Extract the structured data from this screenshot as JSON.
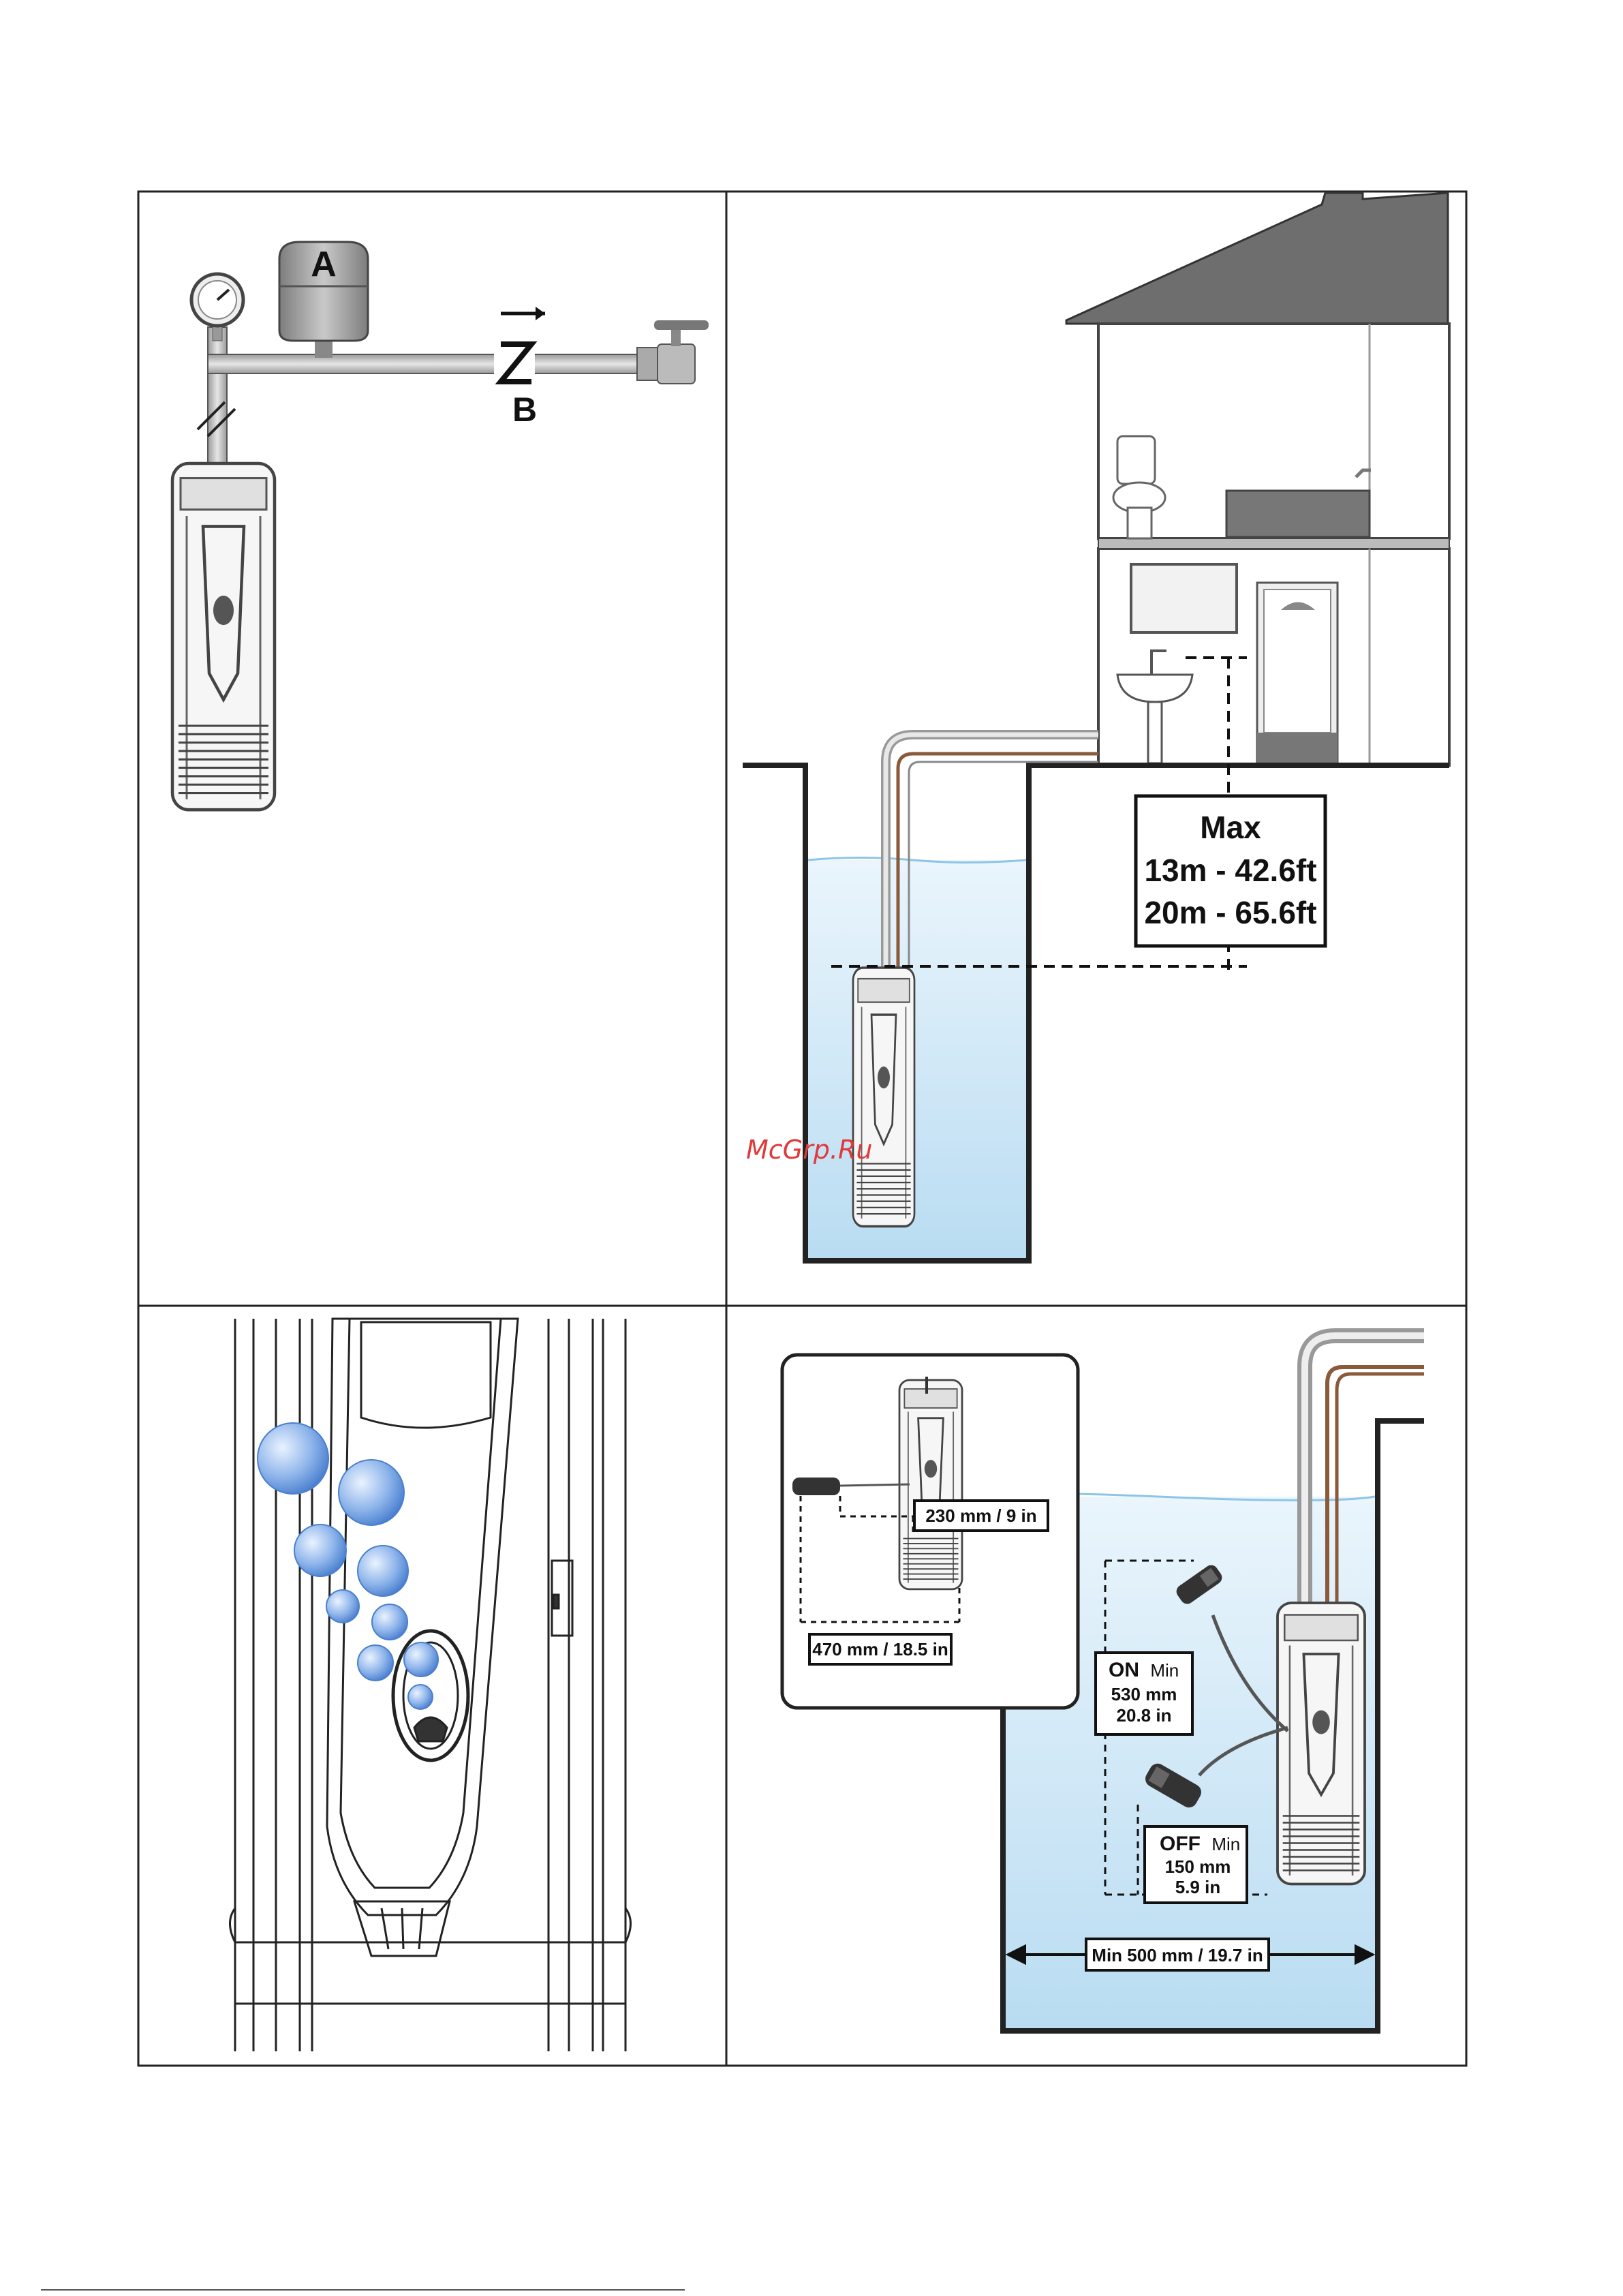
{
  "panel1": {
    "tank_label": "A",
    "valve_label": "B"
  },
  "panel2": {
    "depth_box": {
      "title": "Max",
      "line1": "13m - 42.6ft",
      "line2": "20m - 65.6ft"
    },
    "watermark": "McGrp.Ru"
  },
  "panel4": {
    "inset_dim_short": "230 mm / 9 in",
    "inset_dim_long": "470 mm / 18.5 in",
    "on_label": "ON",
    "on_min": "Min",
    "on_mm": "530 mm",
    "on_in": "20.8 in",
    "off_label": "OFF",
    "off_min": "Min",
    "off_mm": "150 mm",
    "off_in": "5.9 in",
    "width_label": "Min 500 mm / 19.7 in"
  },
  "colors": {
    "water": "#cfe8f7",
    "water_line": "#8ec5e6",
    "pipe_gray": "#b9b9b9",
    "cable_brown": "#8a5a3a",
    "roof": "#6e6e6e",
    "bubble": "#5b8fd8",
    "watermark": "#e03a3a"
  }
}
